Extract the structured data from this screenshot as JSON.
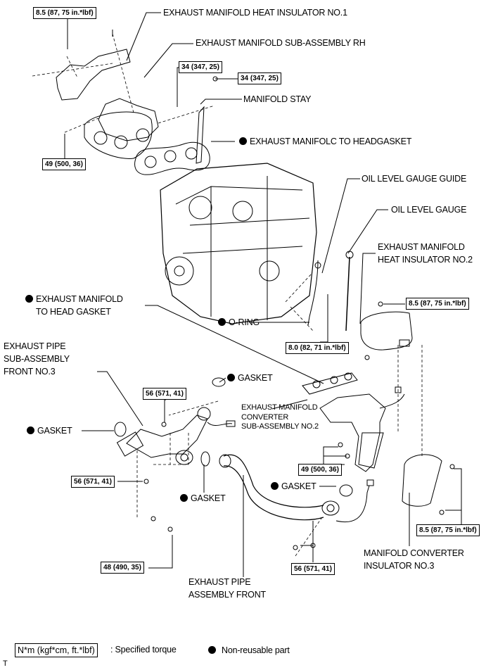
{
  "parts": {
    "heat_insulator_1": "EXHAUST MANIFOLD HEAT INSULATOR NO.1",
    "manifold_rh": "EXHAUST MANIFOLD SUB-ASSEMBLY RH",
    "manifold_stay": "MANIFOLD STAY",
    "manifold_to_headgasket": "EXHAUST MANIFOLC TO HEADGASKET",
    "oil_gauge_guide": "OIL LEVEL GAUGE GUIDE",
    "oil_gauge": "OIL LEVEL GAUGE",
    "heat_insulator_2_l1": "EXHAUST MANIFOLD",
    "heat_insulator_2_l2": "HEAT INSULATOR NO.2",
    "head_gasket_l1": "EXHAUST MANIFOLD",
    "head_gasket_l2": "TO HEAD GASKET",
    "o_ring": "O-RING",
    "pipe_front3_l1": "EXHAUST PIPE",
    "pipe_front3_l2": "SUB-ASSEMBLY",
    "pipe_front3_l3": "FRONT NO.3",
    "gasket": "GASKET",
    "converter_2_l1": "EXHAUST MANIFOLD",
    "converter_2_l2": "CONVERTER",
    "converter_2_l3": "SUB-ASSEMBLY NO.2",
    "insulator_3_l1": "MANIFOLD CONVERTER",
    "insulator_3_l2": "INSULATOR NO.3",
    "pipe_front_l1": "EXHAUST PIPE",
    "pipe_front_l2": "ASSEMBLY FRONT"
  },
  "torques": {
    "t85": "8.5 (87, 75 in.*lbf)",
    "t34": "34 (347, 25)",
    "t49": "49 (500, 36)",
    "t80": "8.0 (82, 71 in.*lbf)",
    "t56": "56 (571, 41)",
    "t48": "48 (490, 35)"
  },
  "legend": {
    "torque_unit": "N*m (kgf*cm, ft.*lbf)",
    "torque_desc": ": Specified torque",
    "nonreusable": "Non-reusable part"
  },
  "corner_mark": "T"
}
